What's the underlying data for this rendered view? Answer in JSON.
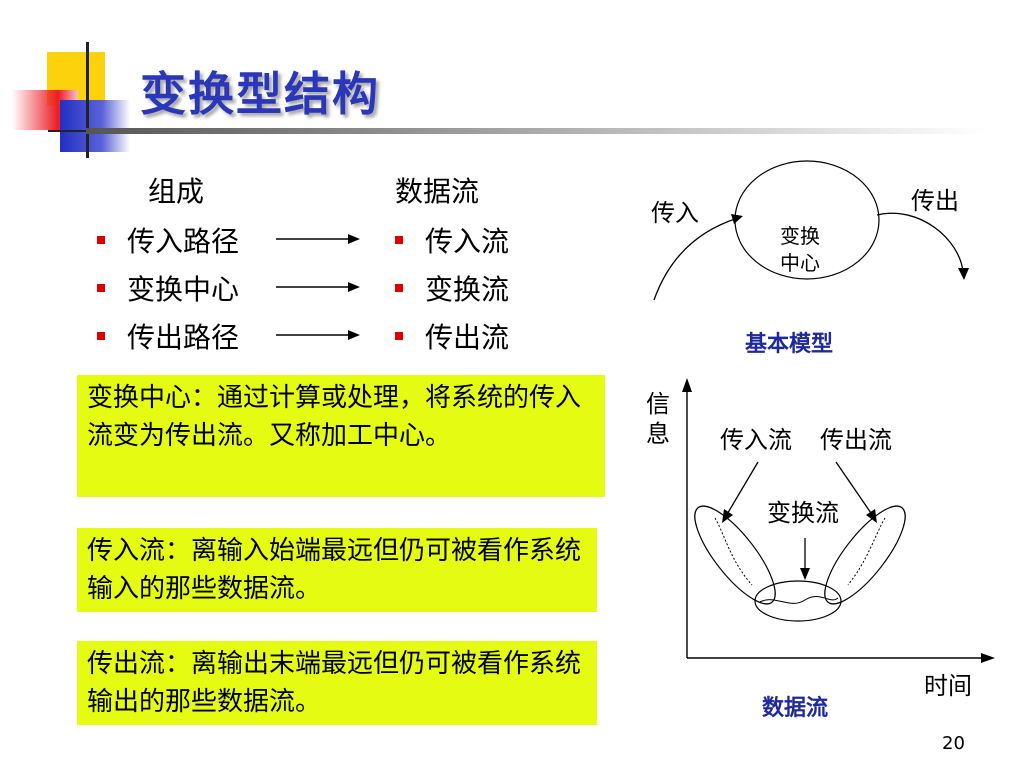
{
  "title": "变换型结构",
  "columns": {
    "left_header": "组成",
    "right_header": "数据流"
  },
  "rows": [
    {
      "component": "传入路径",
      "flow": "传入流"
    },
    {
      "component": "变换中心",
      "flow": "变换流"
    },
    {
      "component": "传出路径",
      "flow": "传出流"
    }
  ],
  "definitions": [
    "变换中心：通过计算或处理，将系统的传入流变为传出流。又称加工中心。",
    "传入流：离输入始端最远但仍可被看作系统输入的那些数据流。",
    "传出流：离输出末端最远但仍可被看作系统输出的那些数据流。"
  ],
  "basic_model": {
    "in_label": "传入",
    "out_label": "传出",
    "center_line1": "变换",
    "center_line2": "中心",
    "caption": "基本模型"
  },
  "flow_diagram": {
    "y_axis_line1": "信",
    "y_axis_line2": "息",
    "x_axis": "时间",
    "in_flow": "传入流",
    "out_flow": "传出流",
    "transform_flow": "变换流",
    "caption": "数据流"
  },
  "page_number": "20",
  "colors": {
    "title": "#2a37b8",
    "highlight": "#e6fb12",
    "bullet": "#e00000",
    "caption": "#1e2a9c"
  }
}
